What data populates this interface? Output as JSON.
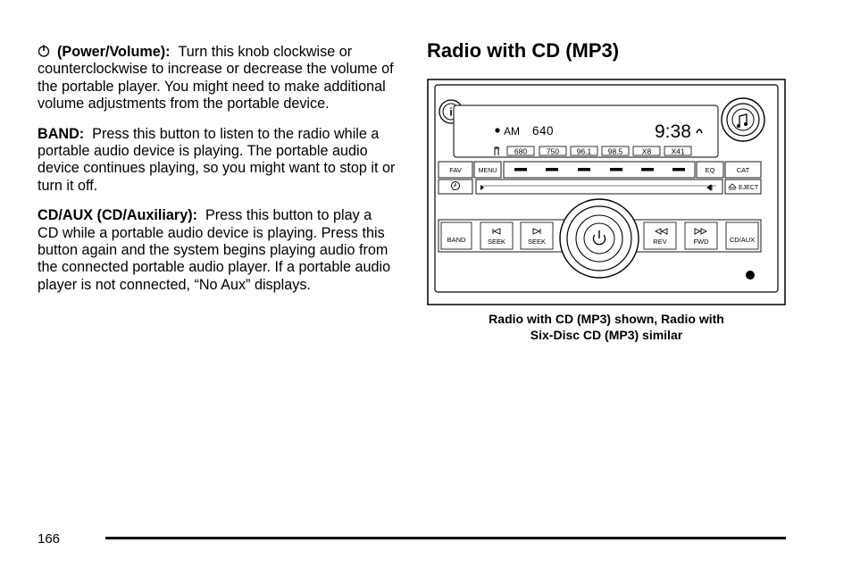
{
  "left": {
    "power": {
      "term": "(Power/Volume):",
      "body": "Turn this knob clockwise or counterclockwise to increase or decrease the volume of the portable player. You might need to make additional volume adjustments from the portable device."
    },
    "band": {
      "term": "BAND:",
      "body": "Press this button to listen to the radio while a portable audio device is playing. The portable audio device continues playing, so you might want to stop it or turn it off."
    },
    "cdaux": {
      "term": "CD/AUX (CD/Auxiliary):",
      "body": "Press this button to play a CD while a portable audio device is playing. Press this button again and the system begins playing audio from the connected portable audio player. If a portable audio player is not connected, “No Aux” displays."
    }
  },
  "section": {
    "title": "Radio with CD (MP3)"
  },
  "figure": {
    "display": {
      "band": "AM",
      "frequency": "640",
      "time": "9:38"
    },
    "presets": [
      "680",
      "750",
      "96.1",
      "98.5",
      "X8",
      "X41"
    ],
    "buttons": {
      "fav": "FAV",
      "menu": "MENU",
      "eq": "EQ",
      "cat": "CAT",
      "eject": "EJECT",
      "band": "BAND",
      "seek_back": "SEEK",
      "seek_fwd": "SEEK",
      "rev": "REV",
      "fwd": "FWD",
      "cdaux": "CD/AUX"
    },
    "caption": {
      "line1": "Radio with CD (MP3) shown, Radio with",
      "line2": "Six-Disc CD (MP3) similar"
    }
  },
  "footer": {
    "page_number": "166"
  }
}
